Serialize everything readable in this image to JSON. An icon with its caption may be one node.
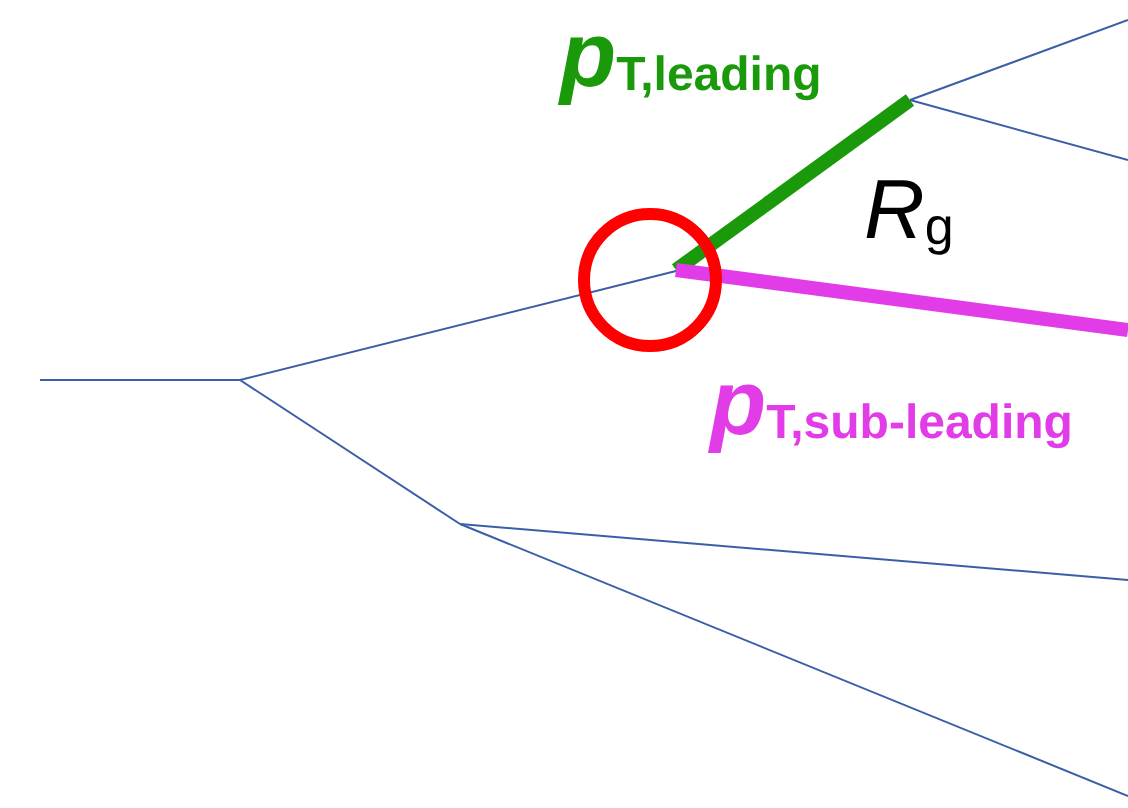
{
  "diagram": {
    "labels": [
      "*p*$_{T,leading}$",
      "*R*$_{g}$",
      "*p*$_{T,sub-leading}$"
    ]
  }
}
